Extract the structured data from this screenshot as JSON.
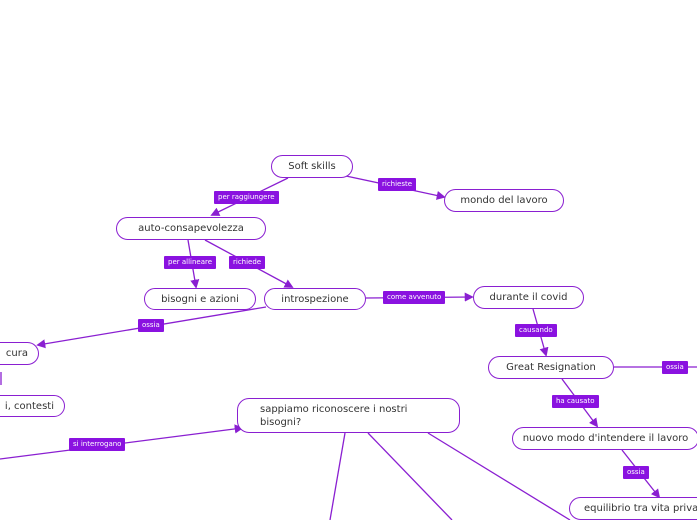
{
  "colors": {
    "line": "#8a1fd1",
    "tag_bg": "#8a12e0",
    "node_text": "#333333"
  },
  "nodes": {
    "soft_skills": "Soft skills",
    "mondo_lavoro": "mondo del lavoro",
    "auto_consapevolezza": "auto-consapevolezza",
    "bisogni_azioni": "bisogni e azioni",
    "introspezione": "introspezione",
    "durante_covid": "durante il covid",
    "cura_partial": "cura",
    "contesti_partial": "i, contesti",
    "great_resignation": "Great Resignation",
    "sappiamo": "sappiamo riconoscere i nostri bisogni?",
    "nuovo_modo": "nuovo modo d'intendere il lavoro",
    "equilibrio_partial": "equilibrio tra vita priva"
  },
  "labels": {
    "per_raggiungere": "per raggiungere",
    "richieste": "richieste",
    "per_allineare": "per allineare",
    "richiede": "richiede",
    "come_avvenuto": "come avvenuto",
    "ossia_1": "ossia",
    "causando": "causando",
    "ossia_2": "ossia",
    "ha_causato": "ha causato",
    "si_interrogano": "si interrogano",
    "ossia_3": "ossia"
  }
}
